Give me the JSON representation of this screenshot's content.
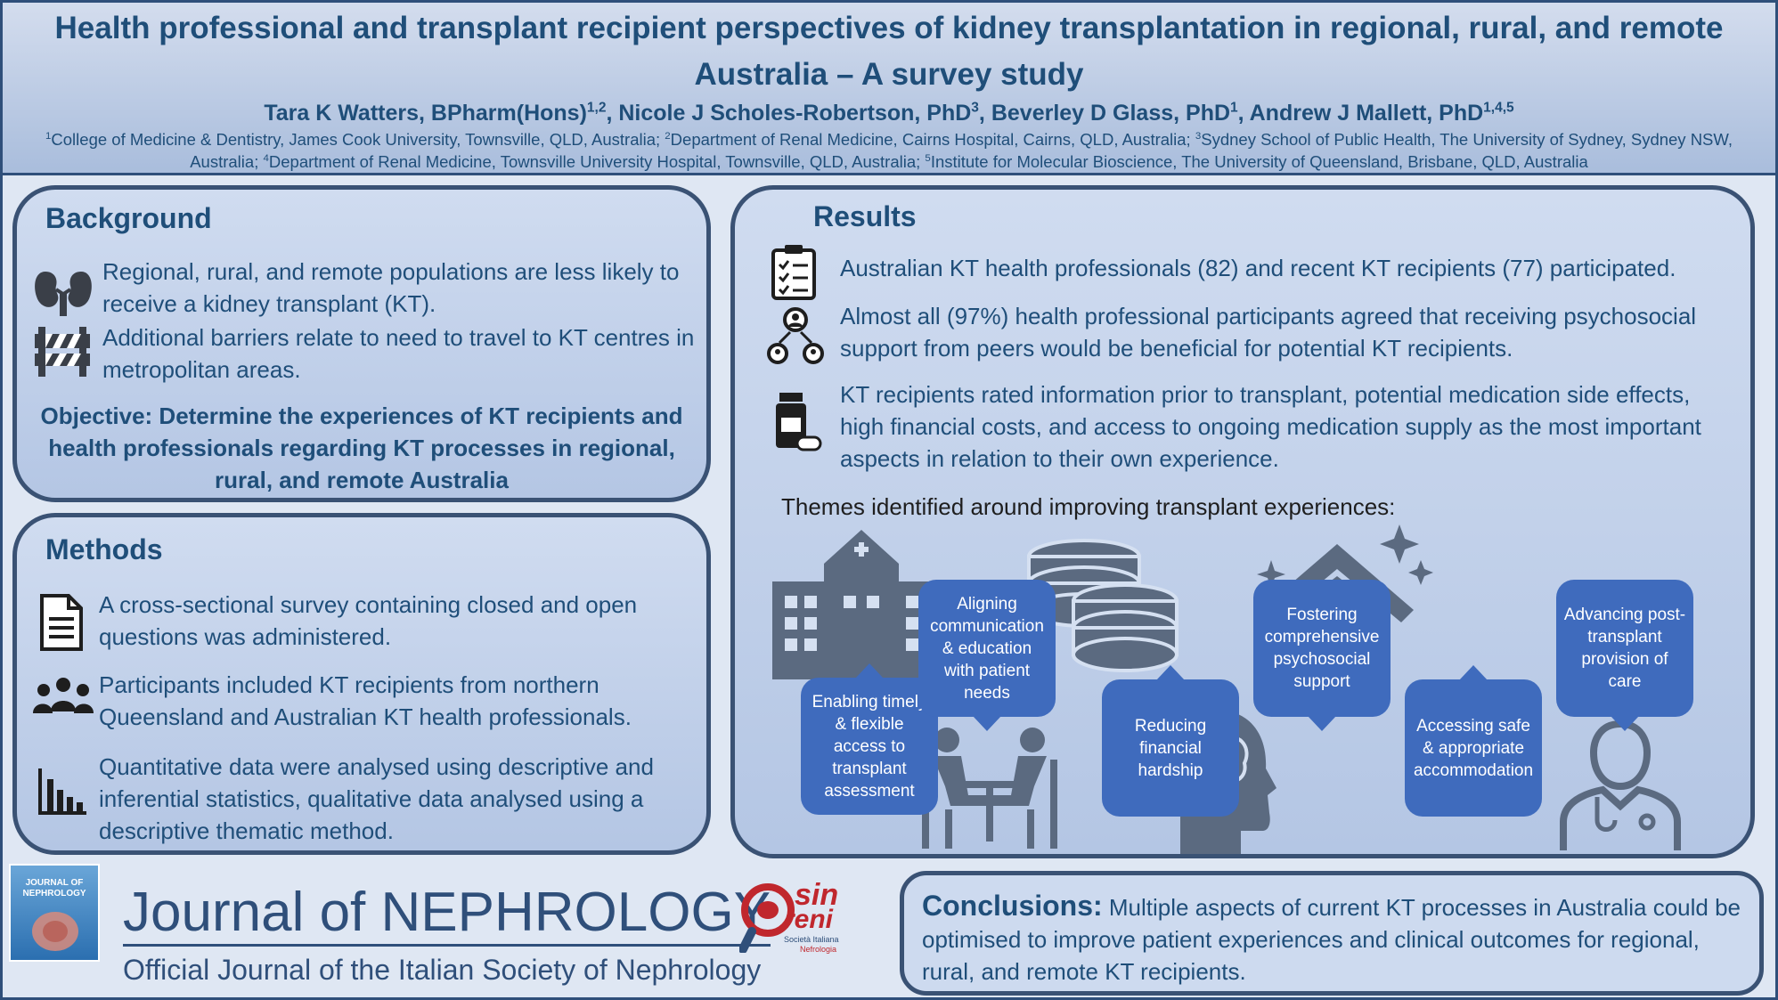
{
  "header": {
    "title": "Health professional and transplant recipient perspectives of kidney transplantation in regional, rural, and remote Australia – A survey study",
    "authors": [
      {
        "name": "Tara K Watters, BPharm(Hons)",
        "sup": "1,2"
      },
      {
        "name": "Nicole J Scholes-Robertson, PhD",
        "sup": "3"
      },
      {
        "name": "Beverley D Glass, PhD",
        "sup": "1"
      },
      {
        "name": "Andrew J Mallett, PhD",
        "sup": "1,4,5"
      }
    ],
    "affiliations": [
      {
        "sup": "1",
        "text": "College of Medicine & Dentistry, James Cook University, Townsville, QLD, Australia; "
      },
      {
        "sup": "2",
        "text": "Department of Renal Medicine, Cairns Hospital, Cairns, QLD, Australia; "
      },
      {
        "sup": "3",
        "text": "Sydney School of Public Health, The University of Sydney, Sydney NSW, Australia; "
      },
      {
        "sup": "4",
        "text": "Department of Renal Medicine, Townsville University Hospital, Townsville, QLD, Australia; "
      },
      {
        "sup": "5",
        "text": "Institute for Molecular Bioscience, The University of Queensland, Brisbane, QLD, Australia"
      }
    ]
  },
  "background": {
    "title": "Background",
    "point1": "Regional, rural, and remote populations are less likely to receive a kidney transplant (KT).",
    "point2": "Additional barriers relate to need to travel to KT centres in metropolitan areas.",
    "objective": "Objective: Determine the experiences of KT recipients and health professionals regarding KT processes in regional, rural, and remote Australia"
  },
  "methods": {
    "title": "Methods",
    "point1": "A cross-sectional survey containing closed and open questions was administered.",
    "point2": "Participants included KT recipients from northern Queensland and Australian KT health professionals.",
    "point3": "Quantitative data were analysed using descriptive and inferential statistics, qualitative data analysed using a descriptive thematic method."
  },
  "results": {
    "title": "Results",
    "point1": "Australian KT health professionals (82) and recent KT recipients (77) participated.",
    "point2": "Almost all (97%) health professional participants agreed that receiving psychosocial support from peers would be beneficial for potential KT recipients.",
    "point3": "KT recipients rated information prior to transplant, potential medication side effects, high financial costs, and access to ongoing medication supply as the most important aspects in relation to their own experience.",
    "themes_lead": "Themes identified",
    "themes_rest": " around improving transplant experiences:",
    "themes": [
      "Enabling timely & flexible access to transplant assessment",
      "Aligning communication & education with patient needs",
      "Reducing financial hardship",
      "Fostering comprehensive psychosocial support",
      "Accessing safe & appropriate accommodation",
      "Advancing post-transplant provision of care"
    ]
  },
  "journal": {
    "cover_title": "JOURNAL OF NEPHROLOGY",
    "title": "Journal of NEPHROLOGY",
    "subtitle": "Official Journal of the Italian Society of Nephrology",
    "logo_main": "sin",
    "logo_second": "reni",
    "logo_line1": "Società Italiana",
    "logo_line2": "Nefrologia"
  },
  "conclusions": {
    "label": "Conclusions:",
    "text": " Multiple aspects of current KT processes in Australia could be optimised to improve patient experiences and clinical outcomes for regional, rural, and remote KT recipients."
  },
  "colors": {
    "primary": "#1f4e79",
    "border": "#3a5274",
    "bubble": "#3f6bbd",
    "icon_gray": "#5b6a80",
    "logo_red": "#c0272d"
  },
  "icons": [
    "kidneys-icon",
    "barrier-icon",
    "document-icon",
    "people-icon",
    "bar-chart-icon",
    "clipboard-icon",
    "network-icon",
    "medication-icon",
    "hospital-icon",
    "meeting-icon",
    "coins-icon",
    "head-icon",
    "house-icon",
    "doctor-icon"
  ]
}
